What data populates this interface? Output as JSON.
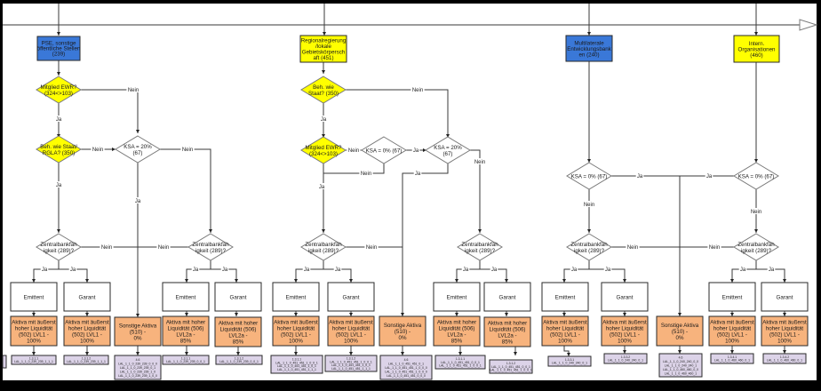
{
  "diagram": {
    "type": "flowchart",
    "edge_labels": {
      "yes": "Ja",
      "no": "Nein"
    },
    "columns": [
      {
        "id": "pse",
        "entity": {
          "text": [
            "PSE, sonstige",
            "öffentliche Stellen",
            "(239)"
          ],
          "color": "#3a78d8"
        },
        "q1": {
          "text": [
            "Mitglied EWR?",
            "(324<>103)"
          ]
        },
        "q2": {
          "text": [
            "Beh. wie Staat/",
            "RGLA? (350)"
          ]
        },
        "ksa": {
          "text": [
            "KSA = 20%",
            "(67)"
          ]
        },
        "zb_left": {
          "text": [
            "Zentralbankfäh",
            "igkeit (289)?"
          ]
        },
        "zb_right": {
          "text": [
            "Zentralbankfäh",
            "igkeit (289)?"
          ]
        },
        "emittent1": "Emittent",
        "garant1": "Garant",
        "emittent2": "Emittent",
        "garant2": "Garant",
        "result_l1": [
          "Aktiva mit äußerst",
          "hoher Liquidität",
          "(502) LVL1  -",
          "100%"
        ],
        "result_l2": [
          "Aktiva mit äußerst",
          "hoher Liquidität",
          "(502) LVL1  -",
          "100%"
        ],
        "result_other": [
          "Sonstige Aktiva",
          "(510) -",
          "0%"
        ],
        "result_r1": [
          "Aktiva mit hoher",
          "Liquidität (506)",
          "LVL2a  -",
          "85%"
        ],
        "result_r2": [
          "Aktiva mit hoher",
          "Liquidität (506)",
          "LVL2a  -",
          "85%"
        ],
        "id_l1": [
          "1.3.1.1",
          "LAL_1_1_0_239_239_1_1_1"
        ],
        "id_l2": [
          "1.3.1.2",
          "LAL_1_1_0_239_239_1_1_1"
        ],
        "id_other": [
          "4.6",
          "LAL_1_1_0_239_239_0_0_0",
          "LAL_1_1_0_239_239_0_1",
          "LAL_1_1_0_239_239_1_0",
          "LAL_1_1_0_239_239_1_0_0"
        ],
        "id_r1": [
          "1.3.1.1",
          "LAL_1_1_0_239_239_0_0_1"
        ],
        "id_r2": [
          "1.3.1.2",
          "LAL_1_1_0_239_239_0_0_1"
        ]
      },
      {
        "id": "rgla",
        "entity": {
          "text": [
            "Regionalregierung",
            "/lokale",
            "Gebietskörpersch",
            "aft (451)"
          ],
          "color": "#ffff00"
        },
        "q1": {
          "text": [
            "Beh. wie",
            "Staat? (350)"
          ]
        },
        "q2": {
          "text": [
            "Mitglied EWR?",
            "(324<>103)"
          ]
        },
        "ksa0": {
          "text": [
            "KSA = 0% (67)"
          ]
        },
        "ksa": {
          "text": [
            "KSA = 20%",
            "(67)"
          ]
        },
        "zb_left": {
          "text": [
            "Zentralbankfäh",
            "igkeit (289)?"
          ]
        },
        "zb_right": {
          "text": [
            "Zentralbankfäh",
            "igkeit (289)?"
          ]
        },
        "emittent1": "Emittent",
        "garant1": "Garant",
        "emittent2": "Emittent",
        "garant2": "Garant",
        "result_l1": [
          "Aktiva mit äußerst",
          "hoher Liquidität",
          "(502) LVL1  -",
          "100%"
        ],
        "result_l2": [
          "Aktiva mit äußerst",
          "hoher Liquidität",
          "(502) LVL1  -",
          "100%"
        ],
        "result_other": [
          "Sonstige Aktiva",
          "(510) -",
          "0%"
        ],
        "result_r1": [
          "Aktiva mit hoher",
          "Liquidität (506)",
          "LVL2a  -",
          "85%"
        ],
        "result_r2": [
          "Aktiva mit hoher",
          "Liquidität (506)",
          "LVL2a  -",
          "85%"
        ],
        "id_l1": [
          "1.3.1.1",
          "LAL_1_1_0_451_451_1_0_0_1",
          "LAL_1_1_0_451_451_1_0_1",
          "LAL_1_1_0_451_451_1_1_1"
        ],
        "id_l2": [
          "1.3.1.2",
          "LAL_1_1_0_451_451_1_0_0_1",
          "LAL_1_1_0_451_451_1_0_1",
          "LAL_1_1_0_451_451_1_1_1"
        ],
        "id_other": [
          "4.6",
          "LAL_1_1_0_451_451_0_1",
          "LAL_1_1_0_451_451_1_0_0_0",
          "LAL_1_1_0_451_451_1_0_0_0",
          "LAL_1_1_0_451_451_0_0_0"
        ],
        "id_r1": [
          "1.3.1.1",
          "LAL_1_1_0_451_451_0_0_1",
          "LAL_1_1_0_451_451_1_0_0_1"
        ],
        "id_r2": [
          "1.3.1.2",
          "LAL_1_1_0_451_451_0_0_1",
          "LAL_1_1_0_451_451_1_0_0_1"
        ]
      },
      {
        "id": "mdb",
        "entity": {
          "text": [
            "Multilaterale",
            "Entwicklungsbank",
            "en (240)"
          ],
          "color": "#3a78d8"
        },
        "ksa0": {
          "text": [
            "KSA = 0% (67)"
          ]
        },
        "zb": {
          "text": [
            "Zentralbankfäh",
            "igkeit (289)?"
          ]
        },
        "emittent": "Emittent",
        "garant": "Garant",
        "result_1": [
          "Aktiva mit äußerst",
          "hoher Liquidität",
          "(502) LVL1  -",
          "100%"
        ],
        "result_2": [
          "Aktiva mit äußerst",
          "hoher Liquidität",
          "(502) LVL1  -",
          "100%"
        ],
        "id_1": [
          "1.3.3.1",
          "LAL_1_1_0_240_240_0_1"
        ],
        "id_2": [
          "1.3.3.2",
          "LAL_1_1_0_240_240_0_1"
        ]
      },
      {
        "id": "shared_other",
        "result_other": [
          "Sonstige Aktiva",
          "(510) -",
          "0%"
        ],
        "id_other": [
          "4.6",
          "LAL_1_1_0_240_240_0_0",
          "LAL_1_1_0_240_240_1",
          "LAL_1_1_0_460_460_0_0",
          "LAL_1_1_0_460_460_1"
        ]
      },
      {
        "id": "io",
        "entity": {
          "text": [
            "Intern.",
            "Organisationen",
            "(460)"
          ],
          "color": "#ffff00"
        },
        "ksa0": {
          "text": [
            "KSA = 0% (67)"
          ]
        },
        "zb": {
          "text": [
            "Zentralbankfäh",
            "igkeit (289)?"
          ]
        },
        "emittent": "Emittent",
        "garant": "Garant",
        "result_1": [
          "Aktiva mit äußerst",
          "hoher Liquidität",
          "(502) LVL1  -",
          "100%"
        ],
        "result_2": [
          "Aktiva mit äußerst",
          "hoher Liquidität",
          "(502) LVL1  -",
          "100%"
        ],
        "id_1": [
          "1.3.4.1",
          "LAL_1_1_0_460_460_0_1"
        ],
        "id_2": [
          "1.3.4.2",
          "LAL_1_1_0_460_460_0_1"
        ]
      }
    ]
  }
}
